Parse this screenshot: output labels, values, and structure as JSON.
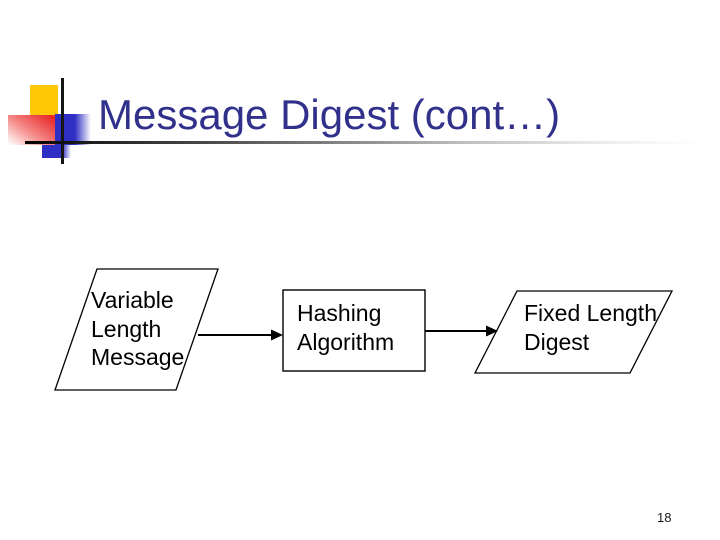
{
  "slide": {
    "title": "Message Digest (cont…)",
    "page_number": "18"
  },
  "diagram": {
    "type": "flowchart",
    "nodes": [
      {
        "id": "variable-length-message",
        "shape": "parallelogram",
        "label": "Variable\nLength\nMessage"
      },
      {
        "id": "hashing-algorithm",
        "shape": "rectangle",
        "label": "Hashing\nAlgorithm"
      },
      {
        "id": "fixed-length-digest",
        "shape": "parallelogram",
        "label": "Fixed Length\nDigest"
      }
    ],
    "edges": [
      {
        "from": "variable-length-message",
        "to": "hashing-algorithm",
        "style": "arrow-right"
      },
      {
        "from": "hashing-algorithm",
        "to": "fixed-length-digest",
        "style": "arrow-right"
      }
    ]
  },
  "colors": {
    "background": "#FFFFFF",
    "title_text": "#31318B",
    "accent_yellow": "#FFC704",
    "accent_red": "#E82A2A",
    "accent_blue": "#2F2FC4",
    "shape_outline": "#000000",
    "shape_fill": "#FFFFFF",
    "node_text": "#000000"
  }
}
